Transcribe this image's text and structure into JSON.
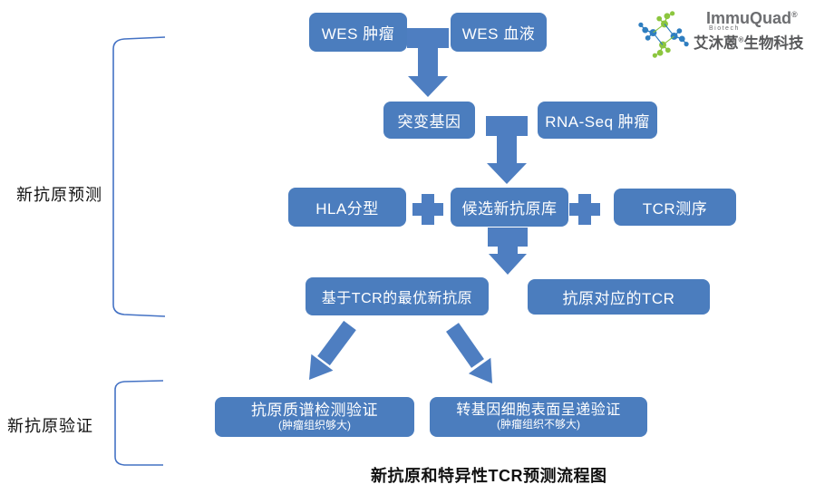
{
  "caption": "新抗原和特异性TCR预测流程图",
  "stage_labels": {
    "prediction": "新抗原预测",
    "validation": "新抗原验证"
  },
  "nodes": {
    "wes_tumor": "WES 肿瘤",
    "wes_blood": "WES 血液",
    "mutated_genes": "突变基因",
    "rnaseq_tumor": "RNA-Seq 肿瘤",
    "hla_typing": "HLA分型",
    "candidate_neoantigen_library": "候选新抗原库",
    "tcr_sequencing": "TCR测序",
    "tcr_based_optimal_neoantigen": "基于TCR的最优新抗原",
    "antigen_corresponding_tcr": "抗原对应的TCR",
    "mass_spec_validation": {
      "title": "抗原质谱检测验证",
      "subtitle": "(肿瘤组织够大)"
    },
    "transgenic_cell_validation": {
      "title": "转基因细胞表面呈递验证",
      "subtitle": "(肿瘤组织不够大)"
    }
  },
  "icons": {
    "plus_icon": "+",
    "immuquad_logo_icon": "molecular-network"
  },
  "logo": {
    "brand": "ImmuQuad",
    "registered": "®",
    "sub_brand": "Biotech",
    "chinese_name": "艾沐蒽",
    "chinese_registered": "®",
    "chinese_suffix": "生物科技"
  },
  "colors": {
    "box_blue": "#4B7DBE",
    "arrow_blue": "#4E7EC1",
    "bracket_blue": "#4472C4",
    "logo_green": "#8CC63F",
    "logo_blue": "#2F7EC0",
    "logo_gray": "#6D6E71",
    "logo_dark_gray": "#58595B"
  }
}
